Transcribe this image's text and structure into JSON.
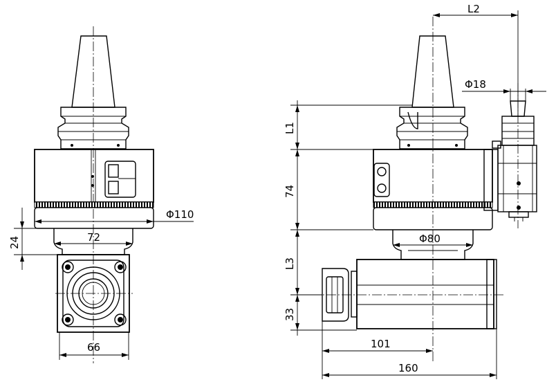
{
  "dimensions": {
    "left_view": {
      "diameter_flange": "Φ110",
      "width_72": "72",
      "height_24": "24",
      "width_66": "66"
    },
    "right_view": {
      "l2": "L2",
      "diameter_18": "Φ18",
      "l1": "L1",
      "height_74": "74",
      "diameter_80": "Φ80",
      "l3": "L3",
      "height_33": "33",
      "length_101": "101",
      "length_160": "160"
    }
  }
}
